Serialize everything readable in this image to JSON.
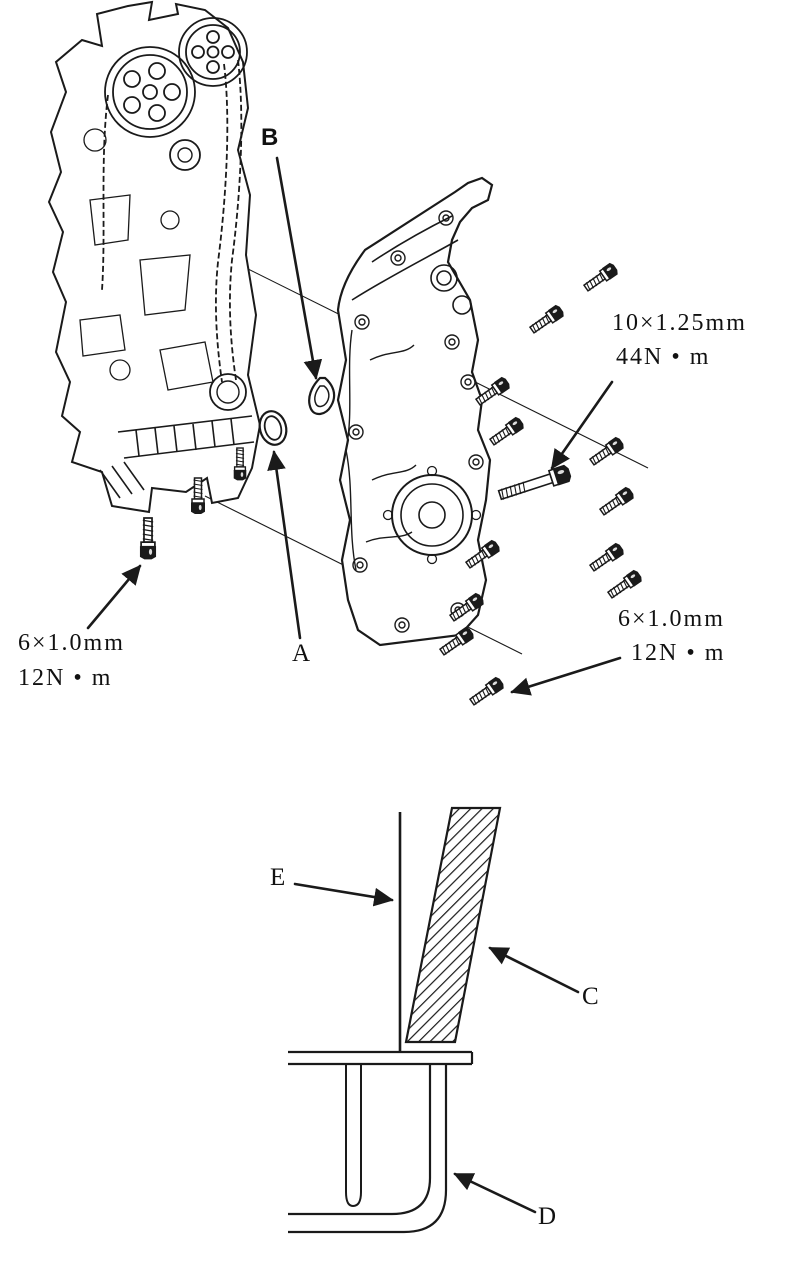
{
  "figure": {
    "description": "Engine chain case / timing cover installation exploded diagram with sealing detail",
    "top_diagram": {
      "callouts": {
        "a": "A",
        "b": "B"
      },
      "specs": {
        "bolt_10": {
          "size": "10×1.25mm",
          "torque": "44N • m"
        },
        "bolt_6_left": {
          "size": "6×1.0mm",
          "torque": "12N • m"
        },
        "bolt_6_right": {
          "size": "6×1.0mm",
          "torque": "12N • m"
        }
      }
    },
    "bottom_diagram": {
      "callouts": {
        "c": "C",
        "d": "D",
        "e": "E"
      }
    }
  },
  "colors": {
    "ink": "#1a1a1a",
    "paper": "#ffffff"
  }
}
